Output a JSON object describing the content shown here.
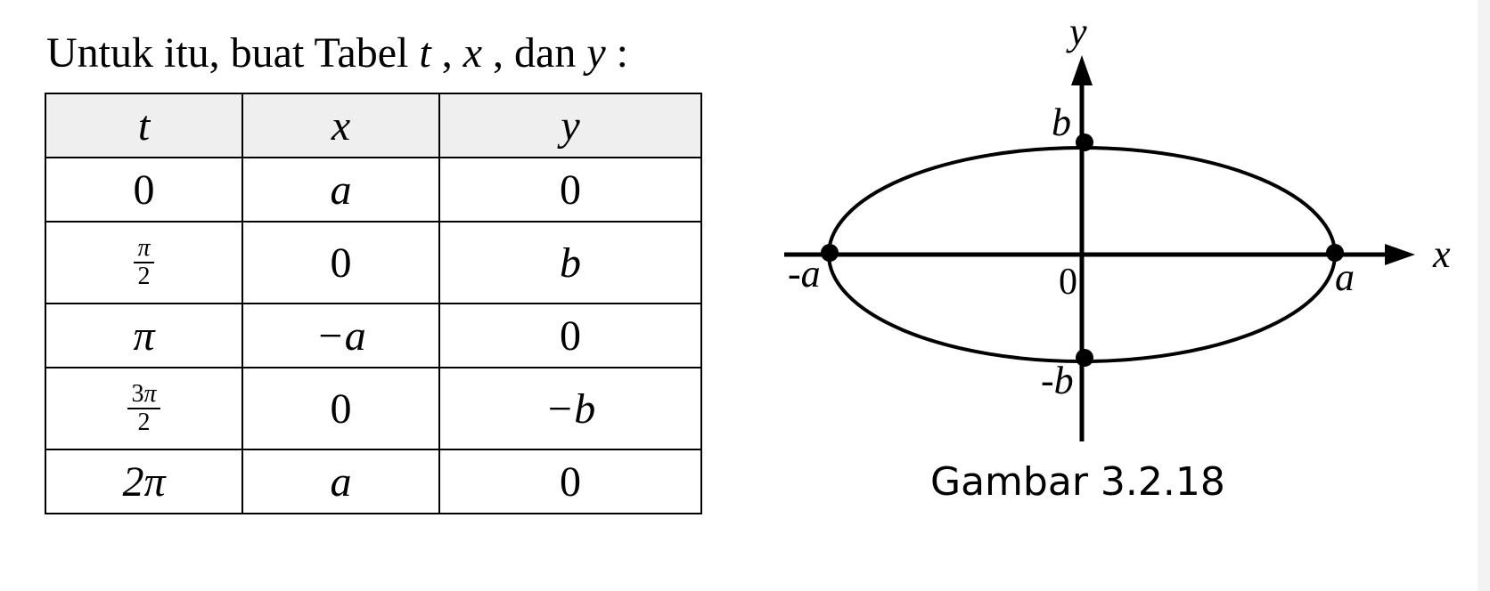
{
  "intro": {
    "prefix": "Untuk itu, buat Tabel ",
    "var_t": "t",
    "sep1": " , ",
    "var_x": "x",
    "sep2": " , dan ",
    "var_y": "y",
    "suffix": " :"
  },
  "table": {
    "headers": [
      "t",
      "x",
      "y"
    ],
    "rows": [
      {
        "t": "0",
        "x": "a",
        "y": "0"
      },
      {
        "t_num": "π",
        "t_den": "2",
        "x": "0",
        "y": "b"
      },
      {
        "t": "π",
        "x": "−a",
        "y": "0"
      },
      {
        "t_num_coef": "3",
        "t_num": "π",
        "t_den": "2",
        "x": "0",
        "y": "−b"
      },
      {
        "t": "2π",
        "x": "a",
        "y": "0"
      }
    ]
  },
  "figure": {
    "axis_x": "x",
    "axis_y": "y",
    "origin": "0",
    "label_a": "a",
    "label_neg_a": "-a",
    "label_b": "b",
    "label_neg_b": "-b",
    "caption": "Gambar 3.2.18"
  }
}
